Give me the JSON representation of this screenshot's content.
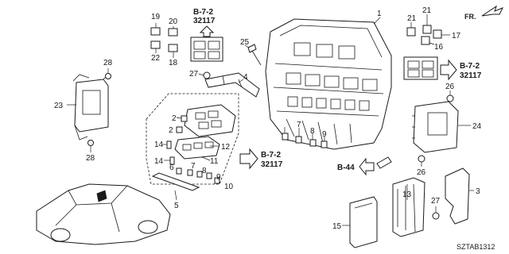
{
  "part_numbers": [
    {
      "id": "n1",
      "label": "1"
    },
    {
      "id": "n3",
      "label": "3"
    },
    {
      "id": "n4",
      "label": "4"
    },
    {
      "id": "n5",
      "label": "5"
    },
    {
      "id": "n6",
      "label": "6"
    },
    {
      "id": "n7a",
      "label": "7"
    },
    {
      "id": "n7b",
      "label": "7"
    },
    {
      "id": "n8a",
      "label": "8"
    },
    {
      "id": "n8b",
      "label": "8"
    },
    {
      "id": "n9a",
      "label": "9"
    },
    {
      "id": "n9b",
      "label": "9"
    },
    {
      "id": "n10",
      "label": "10"
    },
    {
      "id": "n11",
      "label": "11"
    },
    {
      "id": "n12",
      "label": "12"
    },
    {
      "id": "n13",
      "label": "13"
    },
    {
      "id": "n14a",
      "label": "14"
    },
    {
      "id": "n14b",
      "label": "14"
    },
    {
      "id": "n15",
      "label": "15"
    },
    {
      "id": "n16",
      "label": "16"
    },
    {
      "id": "n17",
      "label": "17"
    },
    {
      "id": "n18",
      "label": "18"
    },
    {
      "id": "n19",
      "label": "19"
    },
    {
      "id": "n20",
      "label": "20"
    },
    {
      "id": "n21a",
      "label": "21"
    },
    {
      "id": "n21b",
      "label": "21"
    },
    {
      "id": "n22",
      "label": "22"
    },
    {
      "id": "n23",
      "label": "23"
    },
    {
      "id": "n24",
      "label": "24"
    },
    {
      "id": "n25",
      "label": "25"
    },
    {
      "id": "n26a",
      "label": "26"
    },
    {
      "id": "n26b",
      "label": "26"
    },
    {
      "id": "n27a",
      "label": "27"
    },
    {
      "id": "n27b",
      "label": "27"
    },
    {
      "id": "n28a",
      "label": "28"
    },
    {
      "id": "n28b",
      "label": "28"
    },
    {
      "id": "n2a",
      "label": "2"
    },
    {
      "id": "n2b",
      "label": "2"
    }
  ],
  "references": {
    "top_left": {
      "section": "B-7-2",
      "code": "32117"
    },
    "right": {
      "section": "B-7-2",
      "code": "32117"
    },
    "middle": {
      "section": "B-7-2",
      "code": "32117"
    },
    "bottom": {
      "section": "B-44"
    }
  },
  "direction_label": "FR.",
  "diagram_code": "SZTAB1312"
}
